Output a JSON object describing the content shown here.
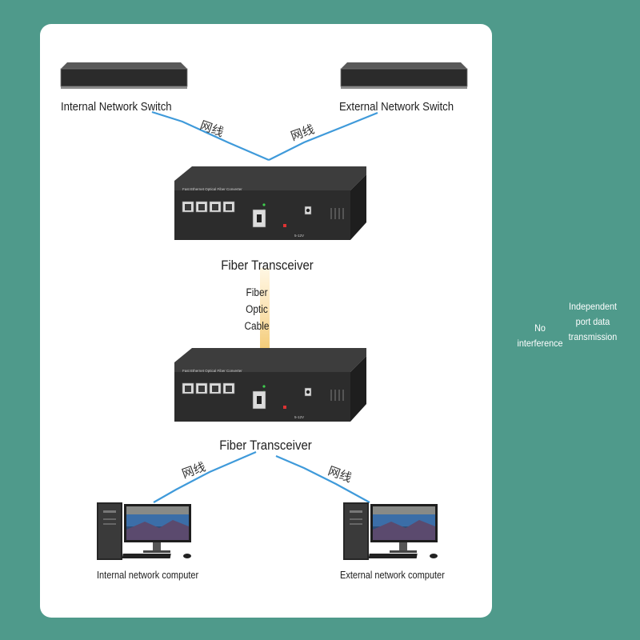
{
  "switches": {
    "internal": "Internal Network Switch",
    "external": "External Network Switch"
  },
  "transceiver": {
    "top": "Fiber Transceiver",
    "bottom": "Fiber Transceiver",
    "panel_text": "Fast Ethernet Optical Fiber Converter",
    "power_text": "5-12V"
  },
  "cable": {
    "line1": "Fiber",
    "line2": "Optic",
    "line3": "Cable"
  },
  "ethernet_label": "网线",
  "computers": {
    "internal": "Internal network computer",
    "external": "External network computer"
  },
  "features": {
    "no_interference_1": "No",
    "no_interference_2": "interference",
    "independent_1": "Independent",
    "independent_2": "port data",
    "independent_3": "transmission"
  },
  "colors": {
    "background": "#4f9a8b",
    "ethernet_line": "#2a8fd6",
    "fiber": "#f3c76b"
  }
}
